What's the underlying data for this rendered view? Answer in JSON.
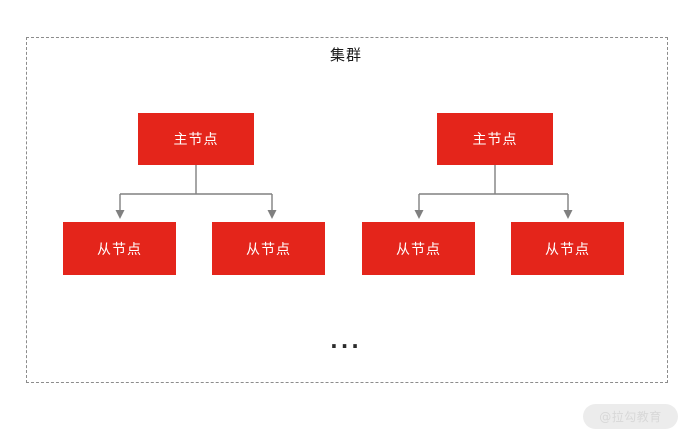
{
  "diagram": {
    "title": "集群",
    "ellipsis": "...",
    "colors": {
      "node_fill": "#e4251b",
      "node_text": "#ffffff",
      "boundary_stroke": "#8c8c8c",
      "connector_stroke": "#808080",
      "title_text": "#1a1a1a",
      "watermark_pill": "#ececec",
      "watermark_text": "#d8d8d8",
      "background": "#ffffff"
    },
    "groups": [
      {
        "name": "group-a",
        "master": {
          "label": "主节点"
        },
        "slaves": [
          {
            "label": "从节点"
          },
          {
            "label": "从节点"
          }
        ]
      },
      {
        "name": "group-b",
        "master": {
          "label": "主节点"
        },
        "slaves": [
          {
            "label": "从节点"
          },
          {
            "label": "从节点"
          }
        ]
      }
    ]
  },
  "watermark": {
    "text": "@拉勾教育"
  }
}
